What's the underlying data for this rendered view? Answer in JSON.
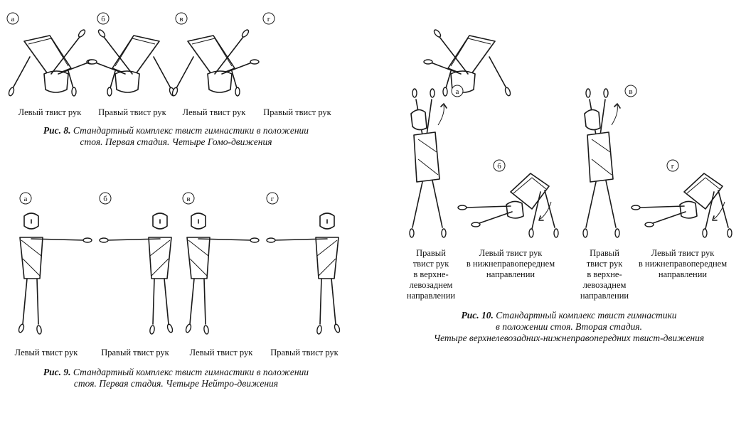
{
  "fig8": {
    "letters": [
      "а",
      "б",
      "в",
      "г"
    ],
    "labels": [
      "Левый твист рук",
      "Правый твист рук",
      "Левый твист рук",
      "Правый твист рук"
    ],
    "caption_num": "Рис. 8.",
    "caption_line1": "Стандартный комплекс твист гимнастики в положении",
    "caption_line2": "стоя. Первая стадия. Четыре Гомо-движения"
  },
  "fig9": {
    "letters": [
      "а",
      "б",
      "в",
      "г"
    ],
    "labels": [
      "Левый твист рук",
      "Правый твист рук",
      "Левый твист рук",
      "Правый твист рук"
    ],
    "caption_num": "Рис. 9.",
    "caption_line1": "Стандартный комплекс твист гимнастики в положении",
    "caption_line2": "стоя. Первая стадия. Четыре Нейтро-движения"
  },
  "fig10": {
    "letters": [
      "а",
      "б",
      "в",
      "г"
    ],
    "labels": [
      [
        "Правый",
        "твист рук",
        "в верхне-",
        "левозаднем",
        "направлении"
      ],
      [
        "Левый твист рук",
        "в нижнеправопереднем",
        "направлении"
      ],
      [
        "Правый",
        "твист рук",
        "в верхне-",
        "левозаднем",
        "направлении"
      ],
      [
        "Левый твист рук",
        "в нижнеправопереднем",
        "направлении"
      ]
    ],
    "caption_num": "Рис. 10.",
    "caption_line1": "Стандартный комплекс твист гимнастики",
    "caption_line2": "в положении стоя. Вторая стадия.",
    "caption_line3": "Четыре верхнелевозадних-нижнеправопередних твист-движения"
  }
}
